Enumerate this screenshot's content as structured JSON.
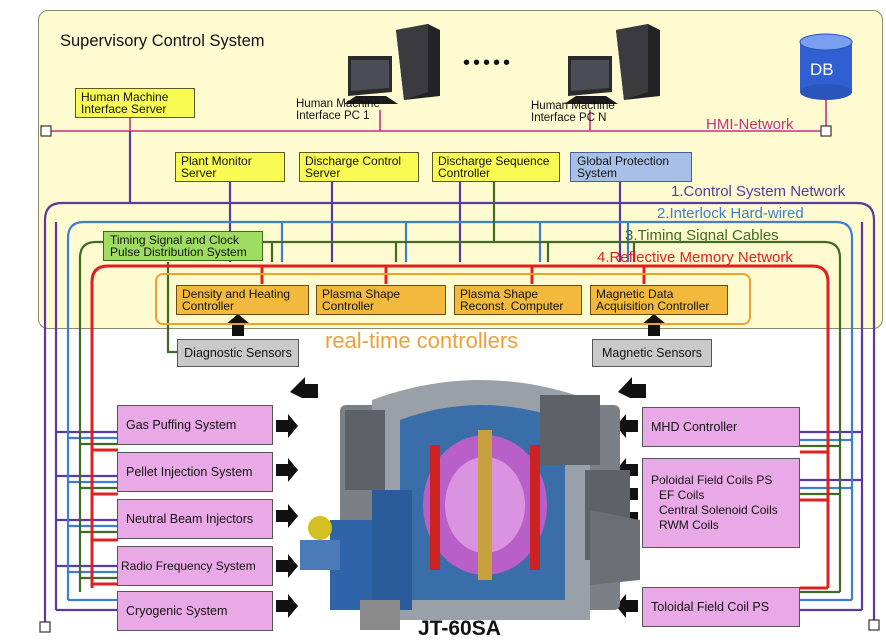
{
  "supervisory": {
    "title": "Supervisory Control System",
    "hmi_server": [
      "Human Machine",
      "Interface Server"
    ],
    "pc1": [
      "Human Machine",
      "Interface PC 1"
    ],
    "pcn": [
      "Human Machine",
      "Interface PC N"
    ],
    "ellipsis": "•••••",
    "db": "DB",
    "hmi_network": "HMI-Network",
    "servers": {
      "plant_monitor": [
        "Plant Monitor",
        "Server"
      ],
      "discharge_control": [
        "Discharge Control",
        "Server"
      ],
      "discharge_sequence": [
        "Discharge Sequence",
        "Controller"
      ],
      "global_protection": [
        "Global Protection",
        "System"
      ]
    },
    "timing": [
      "Timing Signal and Clock",
      "Pulse Distribution System"
    ]
  },
  "networks": {
    "control": "1.Control System Network",
    "interlock": "2.Interlock Hard-wired",
    "timing": "3.Timing Signal Cables",
    "reflective": "4.Reflective Memory Network"
  },
  "realtime": {
    "label": "real-time controllers",
    "density": [
      "Density and Heating",
      "Controller"
    ],
    "plasma_shape": [
      "Plasma Shape",
      "Controller"
    ],
    "reconst": [
      "Plasma Shape",
      "Reconst. Computer"
    ],
    "magnetic": [
      "Magnetic Data",
      "Acquisition Controller"
    ]
  },
  "sensors": {
    "diagnostic": "Diagnostic Sensors",
    "magnetic": "Magnetic Sensors"
  },
  "left_systems": [
    "Gas Puffing System",
    "Pellet Injection System",
    "Neutral Beam Injectors",
    "Radio Frequency System",
    "Cryogenic System"
  ],
  "right_systems": {
    "mhd": "MHD Controller",
    "pf": [
      "Poloidal Field Coils PS",
      "EF Coils",
      "Central Solenoid Coils",
      "RWM Coils"
    ],
    "tf": "Toloidal Field Coil PS"
  },
  "machine_name": "JT-60SA",
  "colors": {
    "supervisory_bg": "#fffbd0",
    "hmi_network": "#c2327f",
    "control": "#5a3aa0",
    "interlock": "#3d7ed0",
    "timing": "#3f6b25",
    "reflective": "#e02020",
    "realtime_border": "#f0a030",
    "realtime_text": "#eea038"
  }
}
